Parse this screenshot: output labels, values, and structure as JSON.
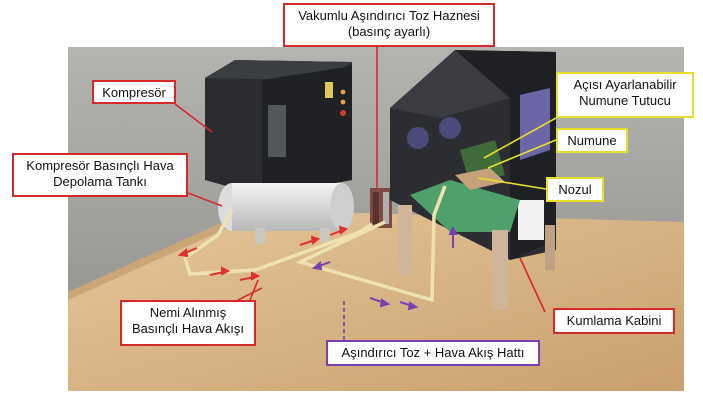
{
  "labels": {
    "vacuum_hopper": {
      "line1": "Vakumlu Aşındırıcı Toz Haznesi",
      "line2": "(basınç ayarlı)"
    },
    "compressor": {
      "line1": "Kompresör"
    },
    "tank": {
      "line1": "Kompresör Basınçlı Hava",
      "line2": "Depolama Tankı"
    },
    "holder": {
      "line1": "Açısı Ayarlanabilir",
      "line2": "Numune Tutucu"
    },
    "specimen": {
      "line1": "Numune"
    },
    "nozzle": {
      "line1": "Nozul"
    },
    "dried_air": {
      "line1": "Nemi Alınmış",
      "line2": "Basınçlı Hava Akışı"
    },
    "cabinet": {
      "line1": "Kumlama Kabini"
    },
    "abrasive_line": {
      "line1": "Aşındırıcı Toz + Hava Akış Hattı"
    }
  },
  "colors": {
    "red_callout": "#d42a2a",
    "yellow_callout": "#e9df2a",
    "purple_callout": "#7a3fb0",
    "floor": "#d9b98c",
    "machine": "#2b2d31",
    "hose": "#e8d9a4"
  }
}
